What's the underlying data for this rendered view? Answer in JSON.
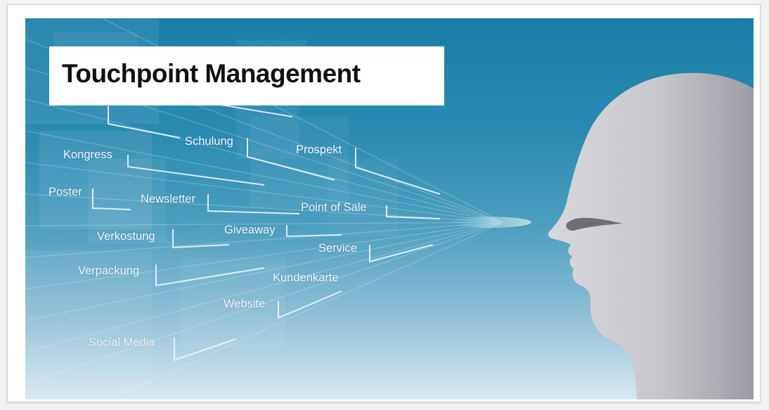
{
  "title": "Touchpoint Management",
  "touchpoints": [
    "Kongress",
    "Schulung",
    "Prospekt",
    "Poster",
    "Newsletter",
    "Point of Sale",
    "Verkostung",
    "Giveaway",
    "Service",
    "Verpackung",
    "Kundenkarte",
    "Website",
    "Social Media"
  ],
  "colors": {
    "sky_top": "#1a7ea8",
    "sky_bottom": "#d9e9f1",
    "head": "#c9c9cf",
    "title_bg": "#ffffff"
  },
  "icons": {
    "head": "stylized-head-profile-icon"
  }
}
